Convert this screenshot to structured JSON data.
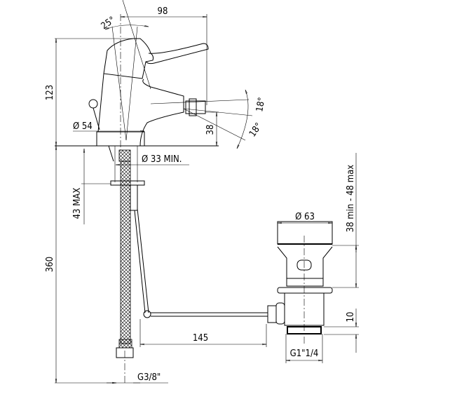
{
  "drawing": {
    "faucet": {
      "width_label": "98",
      "lever_angle_label": "25°",
      "height_label": "123",
      "base_diameter_label": "Ø 54",
      "spout_height_label": "38",
      "spray_angle_up_label": "18°",
      "spray_angle_down_label": "18°",
      "hole_label": "Ø 33 MIN.",
      "deck_thickness_label": "43 MAX",
      "hose_length_label": "360",
      "hose_thread_label": "G3/8\""
    },
    "waste": {
      "diameter_label": "Ø 63",
      "height_range_label": "38 min - 48 max",
      "thread_length_label": "10",
      "rod_length_label": "145",
      "thread_label": "G1\"1/4"
    }
  }
}
